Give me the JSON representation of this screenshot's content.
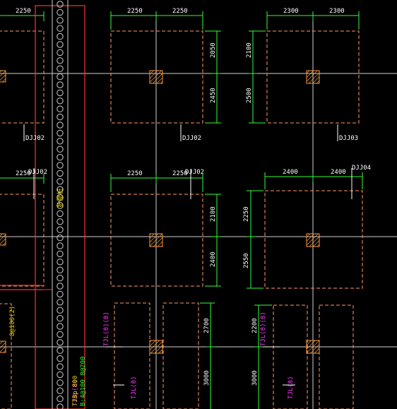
{
  "colors": {
    "background": "#000000",
    "axis": "#cfcfcf",
    "dimension": "#33ff33",
    "foundation_outline": "#ff9966",
    "column": "#ff9933",
    "pile_wall": "#d0d0d0",
    "red_boundary": "#ff3333",
    "magenta_text": "#ff33ff",
    "yellow_text": "#e8d400"
  },
  "dimensions": {
    "r1_left": "2250",
    "r1_mid_a": "2250",
    "r1_mid_b": "2250",
    "r1_right_a": "2300",
    "r1_right_b": "2300",
    "r1_mid_v_top": "2050",
    "r1_mid_v_bot": "2450",
    "r1_right_v_top": "2100",
    "r1_right_v_bot": "2500",
    "r2_left": "2250",
    "r2_mid_a": "2250",
    "r2_mid_b": "2250",
    "r2_right_a": "2400",
    "r2_right_b": "2400",
    "r2_mid_v_top": "2100",
    "r2_mid_v_bot": "2400",
    "r2_right_v_top": "2250",
    "r2_right_v_bot": "2550",
    "r3_mid_v_top": "2700",
    "r3_mid_v_bot": "3000",
    "r3_right_v_top": "2200",
    "r3_right_v_bot": "3000"
  },
  "tags": {
    "dj_left_r1": "DJJ02",
    "dj_mid_r1": "DJJ02",
    "dj_right_r1": "DJJ03",
    "dj_left_r2": "DJJ02",
    "dj_mid_r2": "DJJ02",
    "dj_right_r2": "DJJ04"
  },
  "notes": {
    "pile_wall_label": "护壁桩",
    "magenta_a": "TJL(8)(8)",
    "magenta_b": "TJL(8)(8)",
    "magenta_c": "TJL(8)",
    "magenta_d": "TJL(8)",
    "magenta_e": "TJL(8)",
    "yellow_left": "8@100(2)",
    "yellow_bottom": "TJBp 800",
    "green_bottom": "B:4@100 8@200"
  }
}
